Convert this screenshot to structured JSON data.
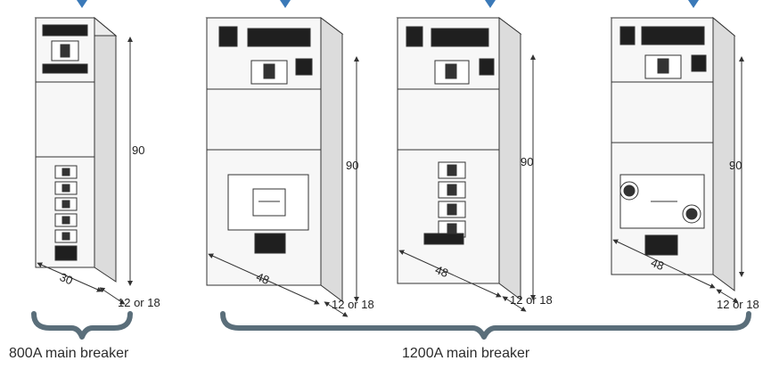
{
  "colors": {
    "pointer": "#3a79b8",
    "brace": "#5a6e7a",
    "line": "#333333",
    "panel": "#f7f7f7",
    "side": "#dcdcdc",
    "top": "#ececec",
    "vent": "#1f1f1f"
  },
  "cabinets": [
    {
      "id": "c1",
      "width_label": "30",
      "height_label": "90",
      "depth_label": "12 or 18"
    },
    {
      "id": "c2",
      "width_label": "48",
      "height_label": "90",
      "depth_label": "12 or 18"
    },
    {
      "id": "c3",
      "width_label": "48",
      "height_label": "90",
      "depth_label": "12 or 18"
    },
    {
      "id": "c4",
      "width_label": "48",
      "height_label": "90",
      "depth_label": "12 or 18"
    }
  ],
  "groups": [
    {
      "label": "800A main breaker"
    },
    {
      "label": "1200A main breaker"
    }
  ]
}
